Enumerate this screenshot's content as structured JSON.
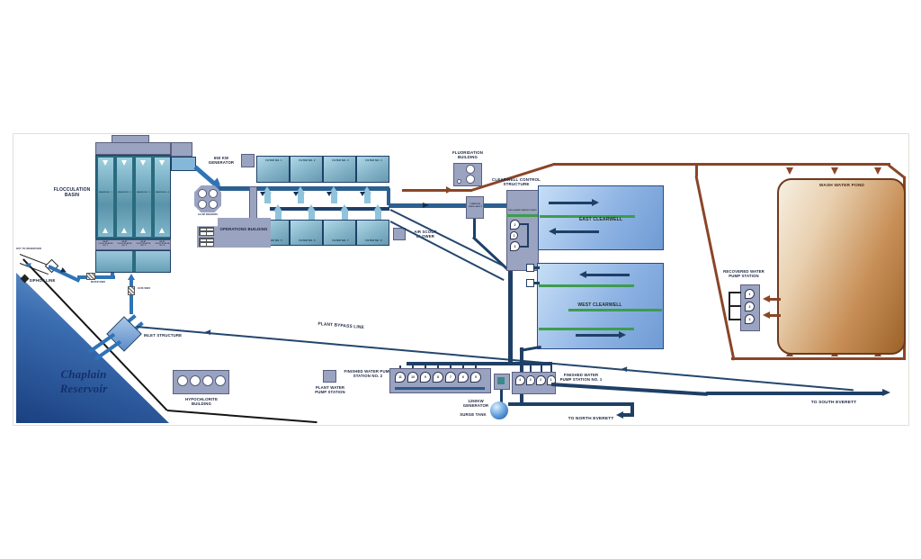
{
  "diagram": {
    "reservoir_name": "Chaplain Reservoir",
    "labels": {
      "out_to_reservoir": "OUT TO RESERVOIR",
      "siphon_line": "SIPHON LINE",
      "water_weir": "WATER WEIR",
      "gate_weir": "GATE WEIR",
      "inlet_structure": "INLET STRUCTURE",
      "plant_bypass_line": "PLANT BYPASS LINE",
      "flocculation_basin": "FLOCCULATION BASIN",
      "generator_650": "650 KW GENERATOR",
      "alum_feeders": "ALUM FEEDERS",
      "operations_building": "OPERATIONS BUILDING",
      "air_scour_blower": "AIR SCOUR BLOWER",
      "fluoridation_building": "FLUORIDATION BUILDING",
      "chemical_feed_vault": "CHEMICAL FEED VAULT",
      "clearwell_control_structure": "CLEARWELL CONTROL STRUCTURE",
      "reclaimed_water_pumps": "RECLAIMED WATER PUMPS",
      "east_clearwell": "EAST CLEARWELL",
      "west_clearwell": "WEST CLEARWELL",
      "wash_water_pond": "WASH WATER POND",
      "recovered_water_pump_station": "RECOVERED WATER PUMP STATION",
      "hypochlorite_building": "HYPOCHLORITE BUILDING",
      "plant_water_pump_station": "PLANT WATER PUMP STATION",
      "finished_water_ps2": "FINISHED WATER PUMP STATION NO. 2",
      "finished_water_ps1": "FINISHED WATER PUMP STATION NO. 1",
      "generator_1250": "1250KW GENERATOR",
      "surge_tank": "SURGE TANK",
      "to_north_everett": "TO NORTH EVERETT",
      "to_south_everett": "TO SOUTH EVERETT"
    },
    "flocculation": {
      "basins": [
        "BASIN NO. 1",
        "BASIN NO. 2",
        "BASIN NO. 3",
        "BASIN NO. 4"
      ],
      "flocculators": [
        "INLET FLOCCULATOR NO. 1",
        "INLET FLOCCULATOR NO. 2",
        "INLET FLOCCULATOR NO. 3",
        "INLET FLOCCULATOR NO. 4"
      ]
    },
    "filters": {
      "top": [
        "FILTER NO. 1",
        "FILTER NO. 2",
        "FILTER NO. 3",
        "FILTER NO. 4"
      ],
      "bottom": [
        "FILTER NO. 5",
        "FILTER NO. 6",
        "FILTER NO. 7",
        "FILTER NO. 8"
      ]
    },
    "pumps": {
      "clearwell_control": [
        "2",
        "1",
        "3"
      ],
      "recovered": [
        "1",
        "2",
        "3"
      ],
      "finished_no2": [
        "11",
        "10",
        "9",
        "8",
        "7",
        "6",
        "5"
      ],
      "finished_no1": [
        "4",
        "3",
        "2",
        "1"
      ]
    },
    "colors": {
      "raw_water_pipe": "#2f74b5",
      "finished_water_pipe": "#1e3f66",
      "wash_water_pipe": "#8a4527",
      "building": "#9aa3c0",
      "baffle_green": "#3e9c4e",
      "pond_brown": "#a96f35",
      "reservoir_blue": "#2a5ca8"
    }
  }
}
